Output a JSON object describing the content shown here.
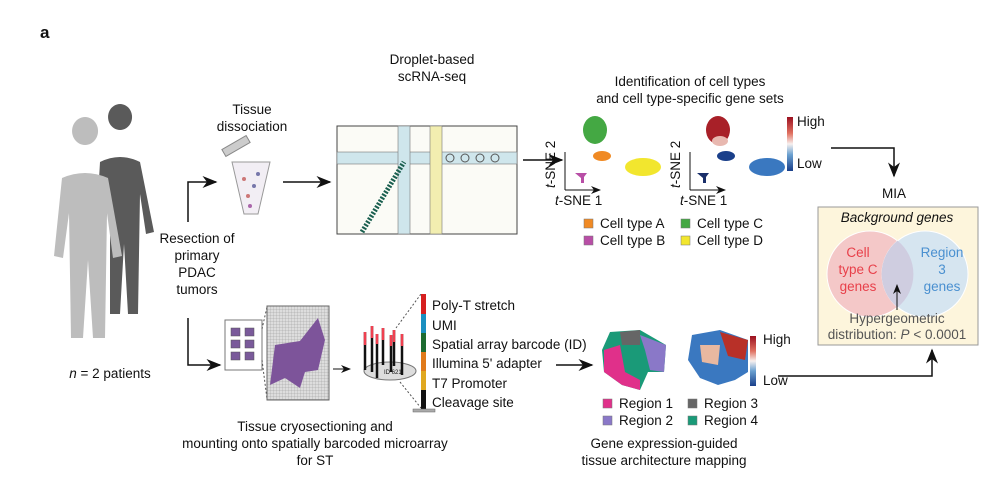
{
  "panel_label": "a",
  "patients": {
    "prefix": "n",
    "suffix": " = 2 patients"
  },
  "resection": [
    "Resection of",
    "primary",
    "PDAC",
    "tumors"
  ],
  "tissue_dissociation": [
    "Tissue",
    "dissociation"
  ],
  "droplet": [
    "Droplet-based",
    "scRNA-seq"
  ],
  "identification": [
    "Identification of cell types",
    "and cell type-specific gene sets"
  ],
  "tsne": {
    "x_prefix": "t",
    "x_label": "-SNE 1",
    "y_prefix": "t",
    "y_label": "-SNE 2"
  },
  "colorbar": {
    "high": "High",
    "low": "Low"
  },
  "cell_legend": [
    {
      "label": "Cell type A",
      "color": "#f08a24"
    },
    {
      "label": "Cell type B",
      "color": "#b84ea6"
    },
    {
      "label": "Cell type C",
      "color": "#44a843"
    },
    {
      "label": "Cell type D",
      "color": "#f2e62e"
    }
  ],
  "mia": {
    "title": "MIA",
    "background": "Background genes",
    "left_set": [
      "Cell",
      "type C",
      "genes"
    ],
    "right_set": [
      "Region",
      "3",
      "genes"
    ],
    "stat_line1": "Hypergeometric",
    "stat_line2_prefix": "distribution: ",
    "stat_p": "P",
    "stat_line2_suffix": " < 0.0001",
    "left_color": "#e8404a",
    "right_color": "#4a90d0"
  },
  "array_id": "ID 621",
  "barcode_parts": [
    {
      "label": "Poly-T stretch",
      "color": "#d62020"
    },
    {
      "label": "UMI",
      "color": "#1a8fc0"
    },
    {
      "label": "Spatial array barcode (ID)",
      "color": "#1d6b30"
    },
    {
      "label": "Illumina 5' adapter",
      "color": "#e07a1a"
    },
    {
      "label": "T7 Promoter",
      "color": "#e0a820"
    },
    {
      "label": "Cleavage site",
      "color": "#111111"
    }
  ],
  "cryosection": [
    "Tissue cryosectioning and",
    "mounting onto spatially barcoded microarray",
    "for ST"
  ],
  "region_legend": [
    {
      "label": "Region 1",
      "color": "#e0308a"
    },
    {
      "label": "Region 3",
      "color": "#666666"
    },
    {
      "label": "Region 2",
      "color": "#8a78c8"
    },
    {
      "label": "Region 4",
      "color": "#1a9a78"
    }
  ],
  "gene_expression": [
    "Gene expression-guided",
    "tissue architecture mapping"
  ]
}
